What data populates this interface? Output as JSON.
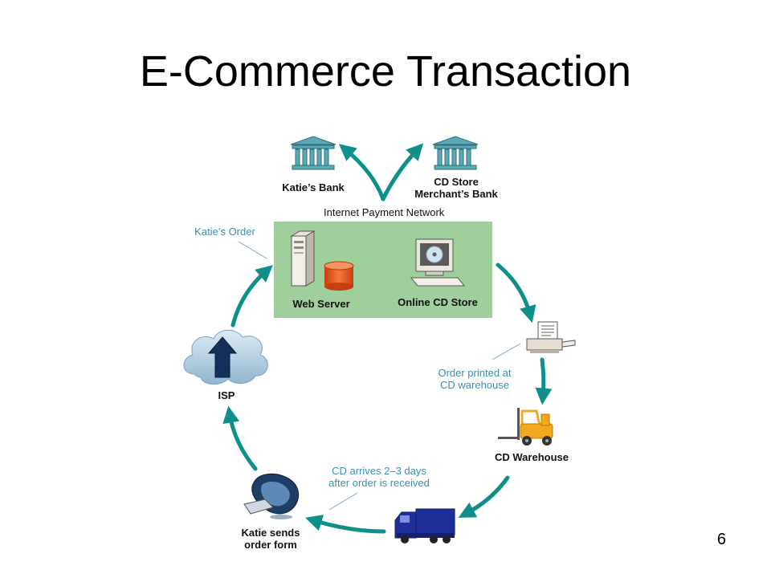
{
  "slide": {
    "title": "E-Commerce Transaction",
    "page_number": "6"
  },
  "diagram": {
    "network_label": "Internet Payment Network",
    "nodes": {
      "katies_bank": "Katie’s Bank",
      "merchant_bank_line1": "CD Store",
      "merchant_bank_line2": "Merchant’s Bank",
      "web_server": "Web Server",
      "online_cd_store": "Online CD Store",
      "isp": "ISP",
      "cd_warehouse": "CD Warehouse",
      "katie_sends_line1": "Katie sends",
      "katie_sends_line2": "order form"
    },
    "annotations": {
      "katies_order": "Katie’s Order",
      "order_printed_line1": "Order printed at",
      "order_printed_line2": "CD warehouse",
      "cd_arrives_line1": "CD arrives 2–3 days",
      "cd_arrives_line2": "after order is received"
    },
    "colors": {
      "arrow": "#0e8f8a",
      "network_box": "#9fcf9a",
      "bank": "#5aa9b6",
      "cylinder": "#e8541c",
      "forklift": "#f4a81d",
      "truck": "#1f2f9a",
      "cloud": "#a9c8dc",
      "annotation_text": "#3a8fb0"
    },
    "icons": [
      "bank-icon",
      "server-icon",
      "database-icon",
      "computer-icon",
      "printer-icon",
      "forklift-icon",
      "truck-icon",
      "cloud-icon",
      "imac-icon"
    ]
  }
}
